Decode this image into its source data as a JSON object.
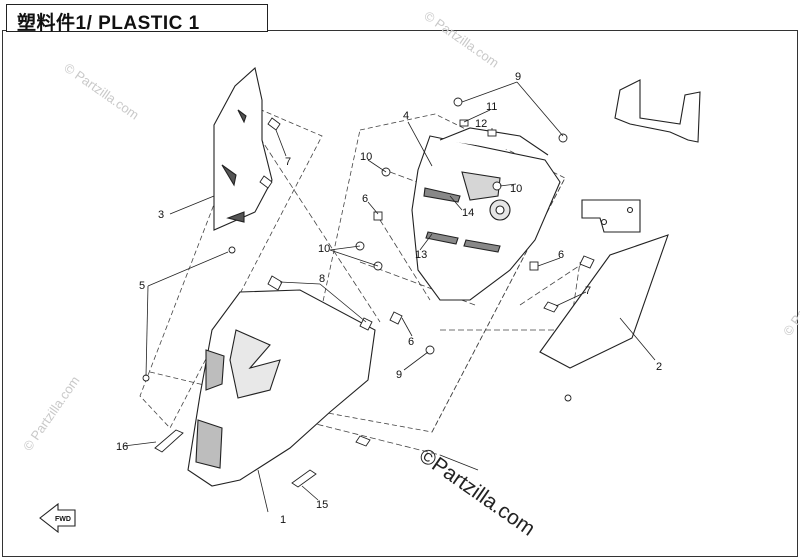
{
  "header": {
    "title": "塑料件1/ PLASTIC 1"
  },
  "watermarks": {
    "small": "© Partzilla.com",
    "main": "©Partzilla.com"
  },
  "arrow": {
    "label": "FWD"
  },
  "callouts": [
    "1",
    "2",
    "3",
    "4",
    "5",
    "6",
    "6",
    "6",
    "7",
    "7",
    "8",
    "9",
    "9",
    "10",
    "10",
    "10",
    "11",
    "12",
    "13",
    "14",
    "15",
    "16"
  ]
}
